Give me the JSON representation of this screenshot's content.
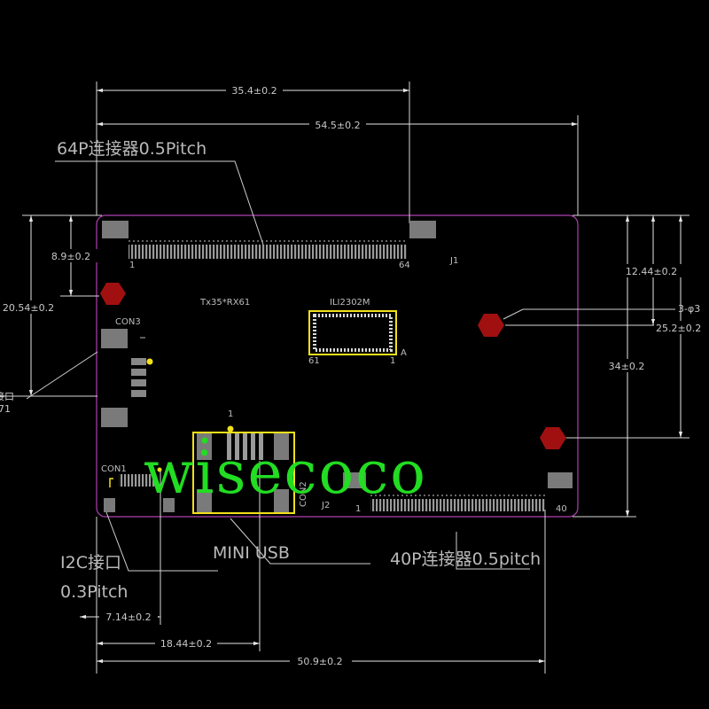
{
  "dimensions": {
    "connector_64p_offset": "35.4±0.2",
    "board_width": "54.5±0.2",
    "top_to_con3": "8.9±0.2",
    "left_height": "20.54±0.2",
    "left_partial_text_1": "接口",
    "left_partial_text_2": "71",
    "right_upper": "12.44±0.2",
    "right_hole": "3-φ3",
    "right_hole_pos": "25.2±0.2",
    "right_height": "34±0.2",
    "bottom_i2c": "7.14±0.2",
    "bottom_usb": "18.44±0.2",
    "bottom_total": "50.9±0.2"
  },
  "callouts": {
    "connector_64p": "64P连接器0.5Pitch",
    "i2c_line1": "I2C接口",
    "i2c_line2": "0.3Pitch",
    "mini_usb": "MINI USB",
    "connector_40p": "40P连接器0.5pitch"
  },
  "board": {
    "model": "Tx35*RX61",
    "chip": "ILI2302M",
    "chip_pin_left": "61",
    "chip_pin_right": "1",
    "chip_pin_a": "A",
    "j1": "J1",
    "j1_pin_start": "1",
    "j1_pin_end": "64",
    "con3": "CON3",
    "con1": "CON1",
    "con2": "CON2",
    "j2": "J2",
    "j2_pin_start": "1",
    "j2_pin_end": "40",
    "usb_pin": "1"
  },
  "watermark": "wisecoco",
  "colors": {
    "background": "#000000",
    "board_outline": "#b040b0",
    "pad_gray": "#7a7a7a",
    "mount_hole": "#a01010",
    "highlight_yellow": "#f2e01a",
    "watermark_green": "#22dd22"
  }
}
